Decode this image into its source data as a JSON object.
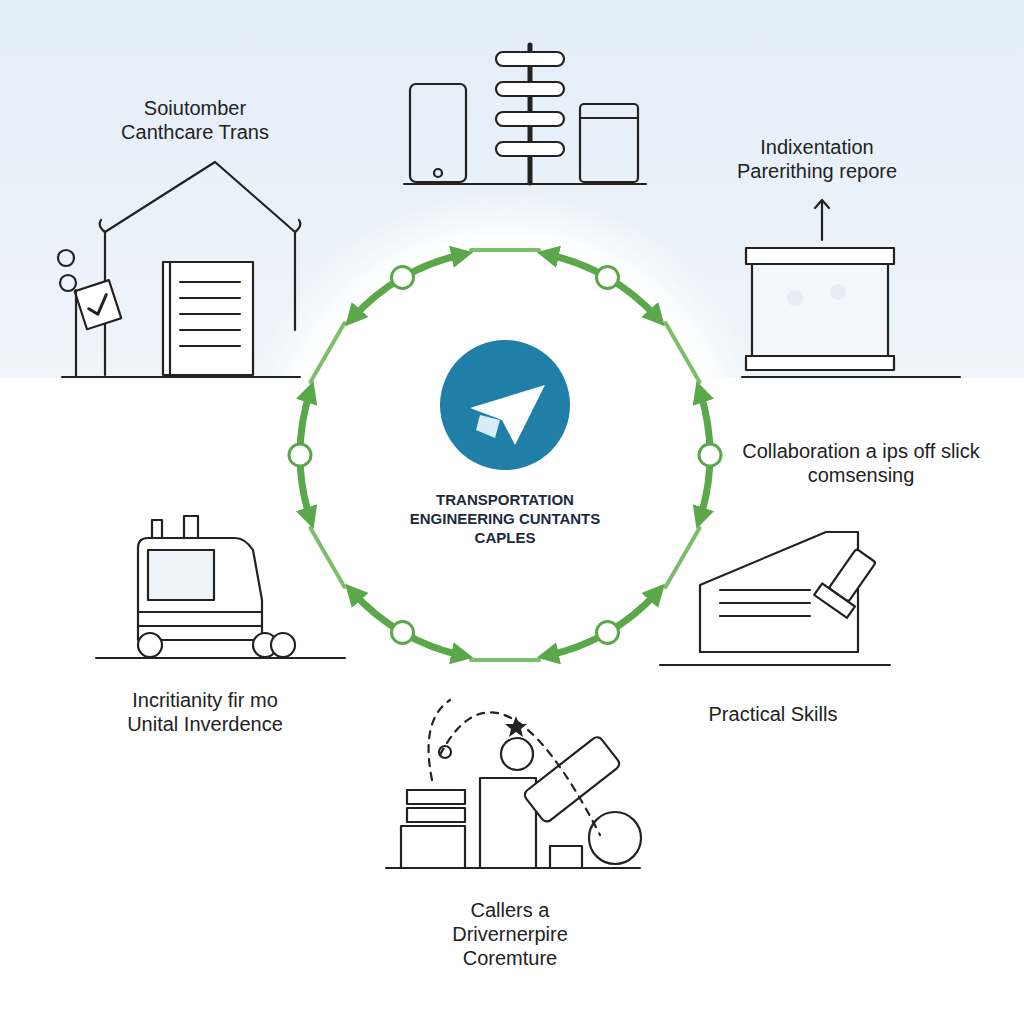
{
  "diagram": {
    "nodes": [
      {
        "text": [
          "TRANSPORTATION ENGINEERING CUNTANTS CAPLES"
        ]
      }
    ],
    "labels": [
      "Soiutomber Canthcare Trans",
      "Indixentation Parerithing repore",
      "Collaboration a ips off slick comsensing",
      "Practical Skills",
      "Callers a Drivernerpire Coremture",
      "Incritianity fir mo Unital Inverdence"
    ]
  }
}
